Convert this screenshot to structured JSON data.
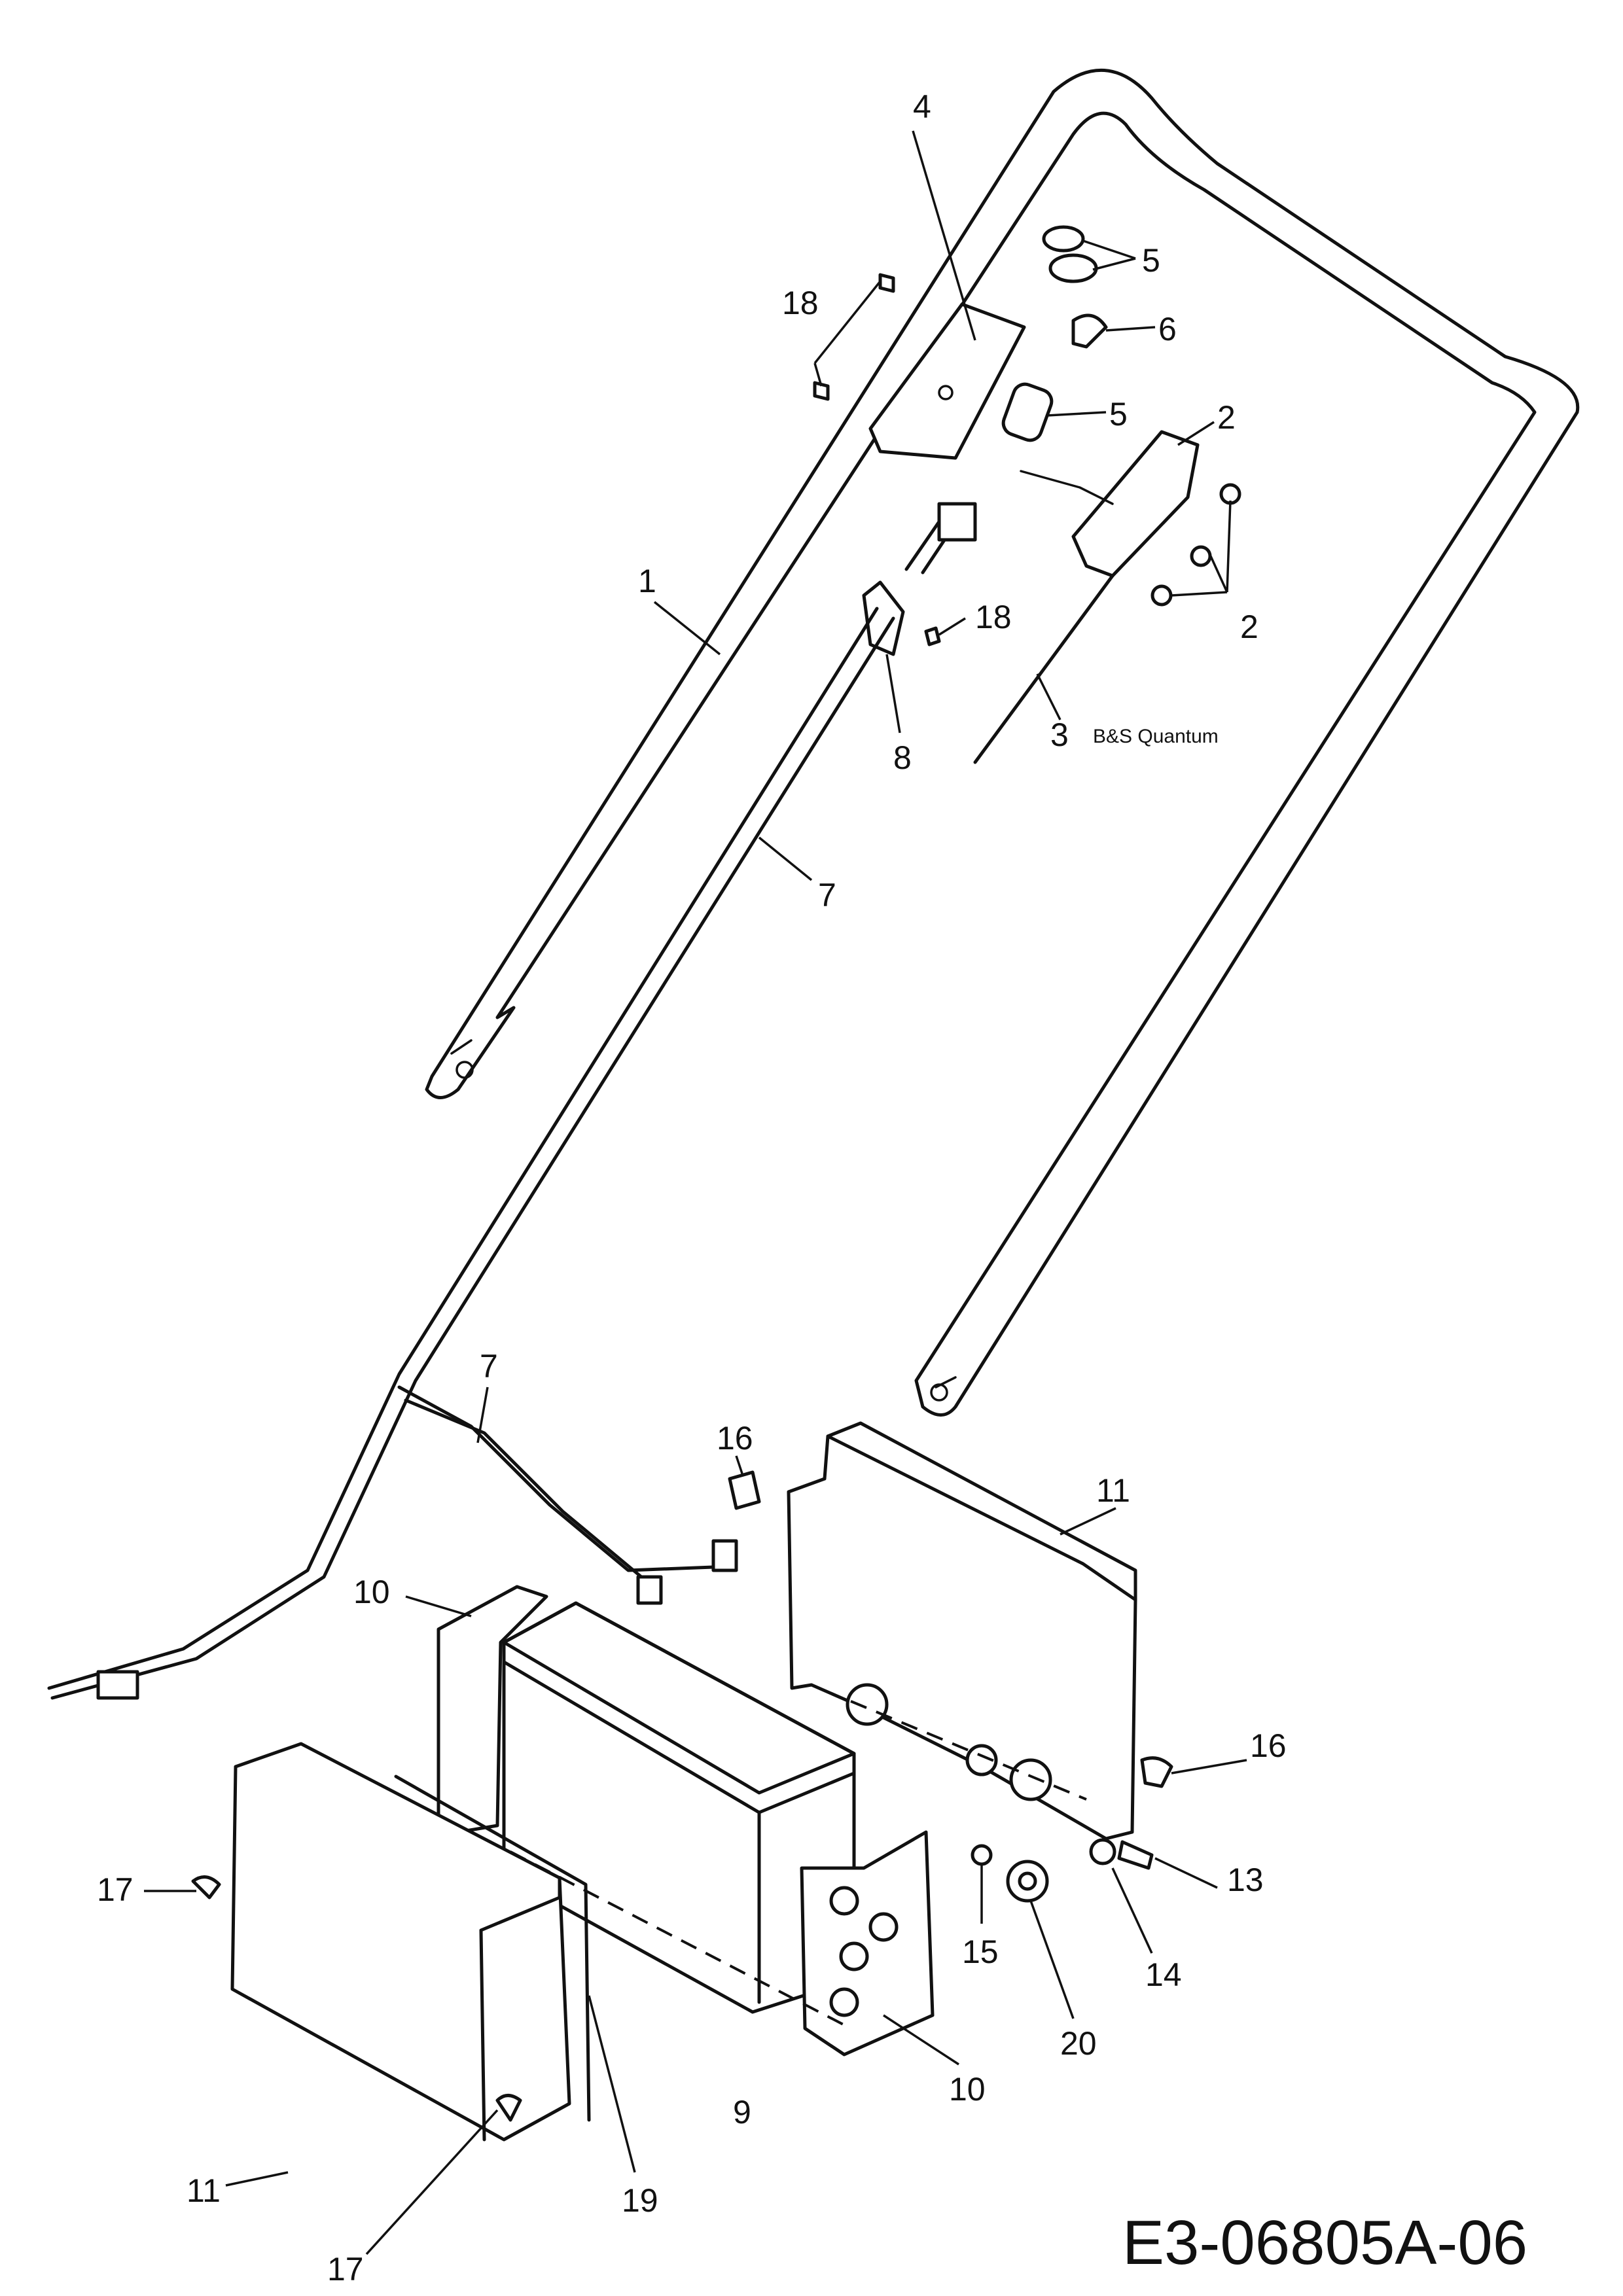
{
  "drawing_code": "E3-06805A-06",
  "engine_note": "B&S Quantum",
  "callouts": {
    "c1": "1",
    "c2a": "2",
    "c2b": "2",
    "c3": "3",
    "c4": "4",
    "c5a": "5",
    "c5b": "5",
    "c6": "6",
    "c7a": "7",
    "c7b": "7",
    "c8": "8",
    "c9": "9",
    "c10a": "10",
    "c10b": "10",
    "c11a": "11",
    "c11b": "11",
    "c13": "13",
    "c14": "14",
    "c15": "15",
    "c16a": "16",
    "c16b": "16",
    "c17a": "17",
    "c17b": "17",
    "c18a": "18",
    "c18b": "18",
    "c19": "19",
    "c20": "20"
  }
}
